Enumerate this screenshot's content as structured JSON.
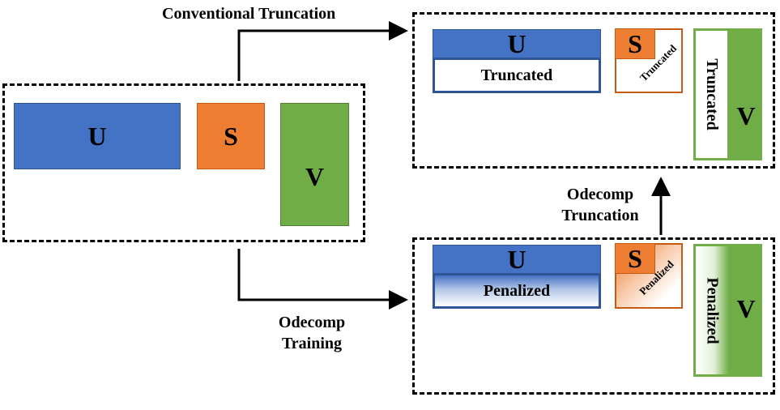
{
  "original": {
    "u_label": "U",
    "s_label": "S",
    "v_label": "V"
  },
  "truncated_result": {
    "u_label": "U",
    "u_part_label": "Truncated",
    "s_label": "S",
    "s_part_label": "Truncated",
    "v_label": "V",
    "v_part_label": "Truncated"
  },
  "penalized_result": {
    "u_label": "U",
    "u_part_label": "Penalized",
    "s_label": "S",
    "s_part_label": "Penalized",
    "v_label": "V",
    "v_part_label": "Penalized"
  },
  "arrows": {
    "conventional_label": "Conventional Truncation",
    "training_label_line1": "Odecomp",
    "training_label_line2": "Training",
    "odecomp_truncation_line1": "Odecomp",
    "odecomp_truncation_line2": "Truncation"
  },
  "colors": {
    "u_blue": "#4472C4",
    "u_border": "#2F5597",
    "s_orange": "#ED7D31",
    "s_border": "#C55A11",
    "v_green": "#70AD47",
    "v_border": "#70AD47"
  }
}
